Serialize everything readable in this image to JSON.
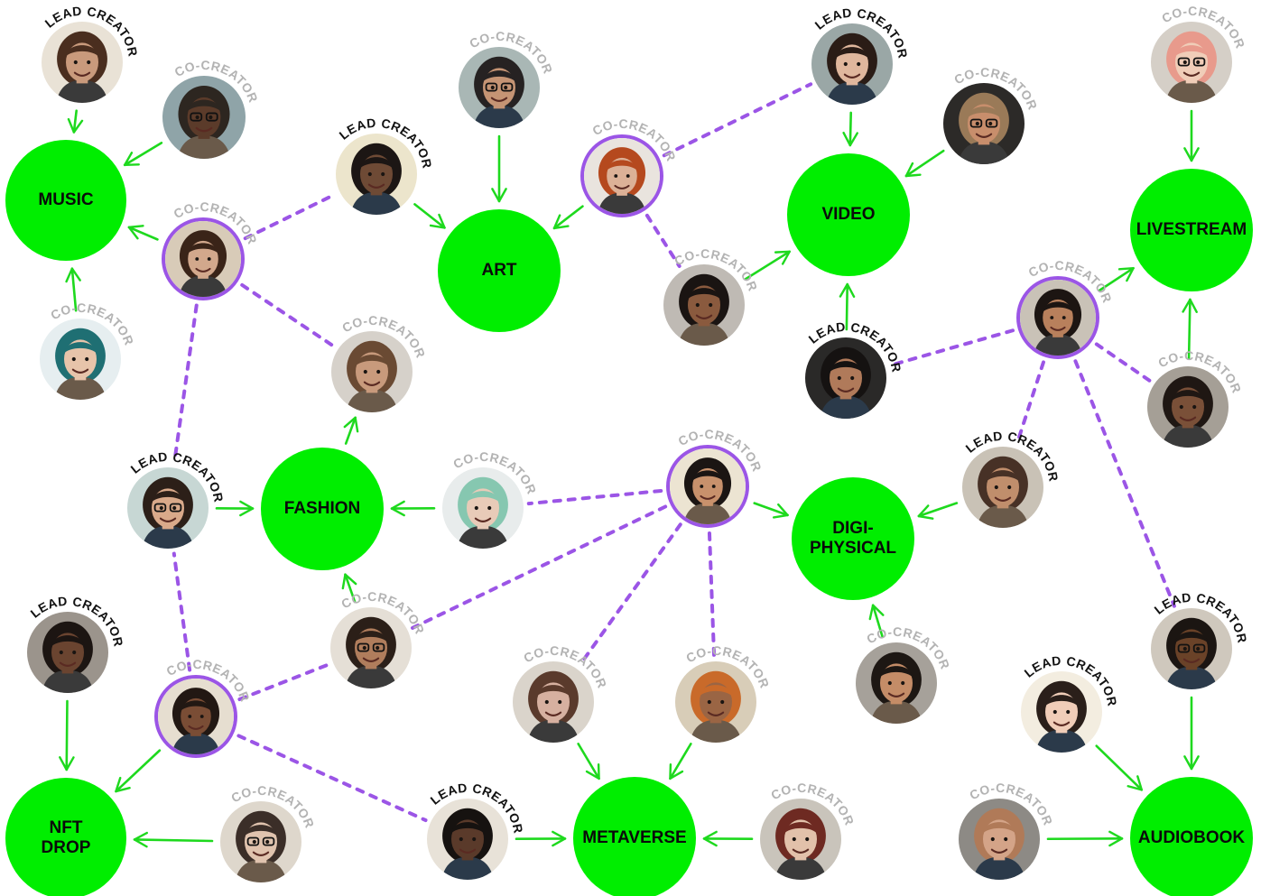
{
  "colors": {
    "hub": "#00ee00",
    "arrow": "#1ed91e",
    "dashed_link": "#9b55e6",
    "lead_label": "#111111",
    "co_label": "#b3b3b3",
    "ring": "#9b55e6"
  },
  "role_labels": {
    "lead": "LEAD CREATOR",
    "co": "CO-CREATOR"
  },
  "hubs": [
    {
      "id": "music",
      "label": "MUSIC"
    },
    {
      "id": "art",
      "label": "ART"
    },
    {
      "id": "video",
      "label": "VIDEO"
    },
    {
      "id": "livestream",
      "label": "LIVESTREAM"
    },
    {
      "id": "fashion",
      "label": "FASHION"
    },
    {
      "id": "digi",
      "label": "DIGI-\nPHYSICAL"
    },
    {
      "id": "nft",
      "label": "NFT\nDROP"
    },
    {
      "id": "metaverse",
      "label": "METAVERSE"
    },
    {
      "id": "audiobook",
      "label": "AUDIOBOOK"
    }
  ],
  "people": [
    {
      "id": "p1",
      "role": "lead",
      "highlighted": false
    },
    {
      "id": "p2",
      "role": "co",
      "highlighted": false
    },
    {
      "id": "p3",
      "role": "lead",
      "highlighted": false
    },
    {
      "id": "p4",
      "role": "co",
      "highlighted": true
    },
    {
      "id": "p5",
      "role": "co",
      "highlighted": false
    },
    {
      "id": "p6",
      "role": "co",
      "highlighted": false
    },
    {
      "id": "p7",
      "role": "co",
      "highlighted": true
    },
    {
      "id": "p8",
      "role": "co",
      "highlighted": false
    },
    {
      "id": "p9",
      "role": "lead",
      "highlighted": false
    },
    {
      "id": "p10",
      "role": "co",
      "highlighted": false
    },
    {
      "id": "p11",
      "role": "co",
      "highlighted": false
    },
    {
      "id": "p12",
      "role": "lead",
      "highlighted": false
    },
    {
      "id": "p13",
      "role": "co",
      "highlighted": true
    },
    {
      "id": "p14",
      "role": "co",
      "highlighted": false
    },
    {
      "id": "p15",
      "role": "lead",
      "highlighted": false
    },
    {
      "id": "p16",
      "role": "co",
      "highlighted": false
    },
    {
      "id": "p17",
      "role": "co",
      "highlighted": true
    },
    {
      "id": "p18",
      "role": "lead",
      "highlighted": false
    },
    {
      "id": "p19",
      "role": "co",
      "highlighted": false
    },
    {
      "id": "p20",
      "role": "lead",
      "highlighted": false
    },
    {
      "id": "p21",
      "role": "co",
      "highlighted": true
    },
    {
      "id": "p22",
      "role": "co",
      "highlighted": false
    },
    {
      "id": "p23",
      "role": "co",
      "highlighted": false
    },
    {
      "id": "p24",
      "role": "co",
      "highlighted": false
    },
    {
      "id": "p25",
      "role": "lead",
      "highlighted": false
    },
    {
      "id": "p26",
      "role": "co",
      "highlighted": false
    },
    {
      "id": "p27",
      "role": "lead",
      "highlighted": false
    },
    {
      "id": "p28",
      "role": "co",
      "highlighted": false
    },
    {
      "id": "p29",
      "role": "co",
      "highlighted": false
    },
    {
      "id": "p30",
      "role": "lead",
      "highlighted": false
    },
    {
      "id": "p31",
      "role": "co",
      "highlighted": false
    }
  ],
  "arrows": [
    {
      "from": "p1",
      "to": "music"
    },
    {
      "from": "p2",
      "to": "music"
    },
    {
      "from": "p4",
      "to": "music"
    },
    {
      "from": "p5",
      "to": "music"
    },
    {
      "from": "p3",
      "to": "art"
    },
    {
      "from": "p6",
      "to": "art"
    },
    {
      "from": "p7",
      "to": "art"
    },
    {
      "from": "p9",
      "to": "video"
    },
    {
      "from": "p10",
      "to": "video"
    },
    {
      "from": "p11",
      "to": "video"
    },
    {
      "from": "p12",
      "to": "video"
    },
    {
      "from": "p14",
      "to": "livestream"
    },
    {
      "from": "p13",
      "to": "livestream"
    },
    {
      "from": "p16",
      "to": "livestream"
    },
    {
      "from": "p18",
      "to": "fashion"
    },
    {
      "from": "fashion",
      "to": "p8"
    },
    {
      "from": "p19",
      "to": "fashion"
    },
    {
      "from": "p22",
      "to": "fashion"
    },
    {
      "from": "p17",
      "to": "digi"
    },
    {
      "from": "p20",
      "to": "digi"
    },
    {
      "from": "p23",
      "to": "digi"
    },
    {
      "from": "p25",
      "to": "nft"
    },
    {
      "from": "p21",
      "to": "nft"
    },
    {
      "from": "p26",
      "to": "nft"
    },
    {
      "from": "p27",
      "to": "metaverse"
    },
    {
      "from": "p28",
      "to": "metaverse"
    },
    {
      "from": "p29",
      "to": "metaverse"
    },
    {
      "from": "p31",
      "to": "metaverse"
    },
    {
      "from": "p30",
      "to": "audiobook"
    },
    {
      "from": "p24",
      "to": "audiobook"
    },
    {
      "from": "p15",
      "to": "audiobook"
    }
  ],
  "dashed_links": [
    {
      "from": "p4",
      "to": "p3"
    },
    {
      "from": "p4",
      "to": "p8"
    },
    {
      "from": "p4",
      "to": "p18"
    },
    {
      "from": "p7",
      "to": "p9"
    },
    {
      "from": "p7",
      "to": "p11"
    },
    {
      "from": "p13",
      "to": "p12"
    },
    {
      "from": "p13",
      "to": "p16"
    },
    {
      "from": "p13",
      "to": "p20"
    },
    {
      "from": "p13",
      "to": "p30"
    },
    {
      "from": "p17",
      "to": "p19"
    },
    {
      "from": "p17",
      "to": "p22"
    },
    {
      "from": "p17",
      "to": "p28"
    },
    {
      "from": "p17",
      "to": "p29"
    },
    {
      "from": "p21",
      "to": "p18"
    },
    {
      "from": "p21",
      "to": "p22"
    },
    {
      "from": "p21",
      "to": "p27"
    }
  ]
}
